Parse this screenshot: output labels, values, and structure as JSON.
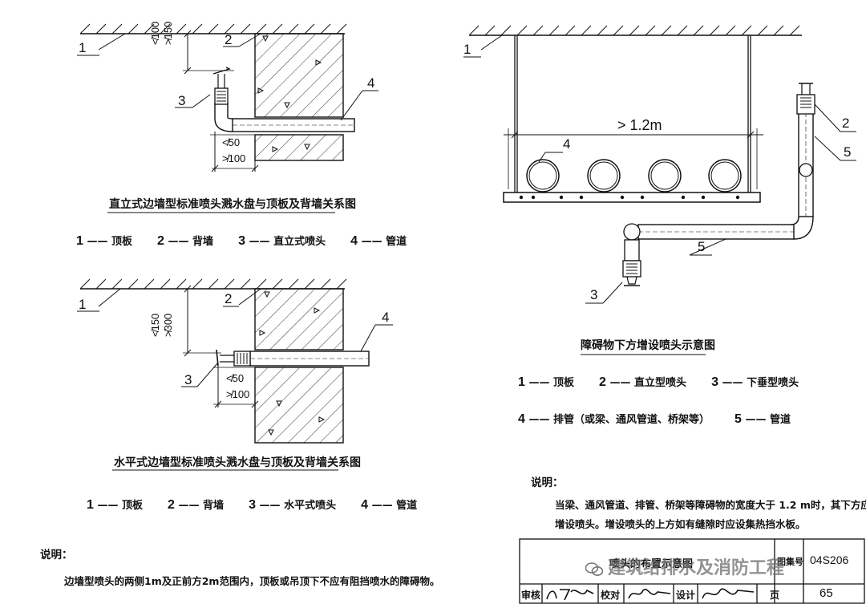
{
  "fig1": {
    "title": "直立式边墙型标准喷头溅水盘与顶板及背墙关系图",
    "callouts": [
      "1",
      "2",
      "3",
      "4"
    ],
    "dim_top_1": "≮100",
    "dim_top_2": "≯150",
    "dim_bot_1": "≮50",
    "dim_bot_2": "≯100",
    "legend": [
      {
        "num": "1",
        "text": "顶板"
      },
      {
        "num": "2",
        "text": "背墙"
      },
      {
        "num": "3",
        "text": "直立式喷头"
      },
      {
        "num": "4",
        "text": "管道"
      }
    ]
  },
  "fig2": {
    "title": "水平式边墙型标准喷头溅水盘与顶板及背墙关系图",
    "callouts": [
      "1",
      "2",
      "3",
      "4"
    ],
    "dim_top_1": "≮150",
    "dim_top_2": "≯300",
    "dim_bot_1": "≮50",
    "dim_bot_2": "≯100",
    "legend": [
      {
        "num": "1",
        "text": "顶板"
      },
      {
        "num": "2",
        "text": "背墙"
      },
      {
        "num": "3",
        "text": "水平式喷头"
      },
      {
        "num": "4",
        "text": "管道"
      }
    ]
  },
  "fig3": {
    "title": "障碍物下方增设喷头示意图",
    "callouts": [
      "1",
      "2",
      "3",
      "4",
      "5",
      "5"
    ],
    "width_label": "> 1.2m",
    "legend_row1": [
      {
        "num": "1",
        "text": "顶板"
      },
      {
        "num": "2",
        "text": "直立型喷头"
      },
      {
        "num": "3",
        "text": "下垂型喷头"
      }
    ],
    "legend_row2": [
      {
        "num": "4",
        "text": "排管（或梁、通风管道、桥架等）"
      },
      {
        "num": "5",
        "text": "管道"
      }
    ]
  },
  "note_right": {
    "label": "说明：",
    "line1": "当梁、通风管道、排管、桥架等障碍物的宽度大于 1.2 m时，其下方应",
    "line2": "增设喷头。增设喷头的上方如有缝隙时应设集热挡水板。"
  },
  "note_left": {
    "label": "说明：",
    "line1": "边墙型喷头的两侧1m及正前方2m范围内，顶板或吊顶下不应有阻挡喷水的障碍物。"
  },
  "title_block": {
    "name": "喷头的布置示意图",
    "atlas_label": "图集号",
    "atlas_no": "04S206",
    "review": "审核",
    "check": "校对",
    "design": "设计",
    "page_label": "页",
    "page_no": "65"
  },
  "watermark": "建筑给排水及消防工程"
}
